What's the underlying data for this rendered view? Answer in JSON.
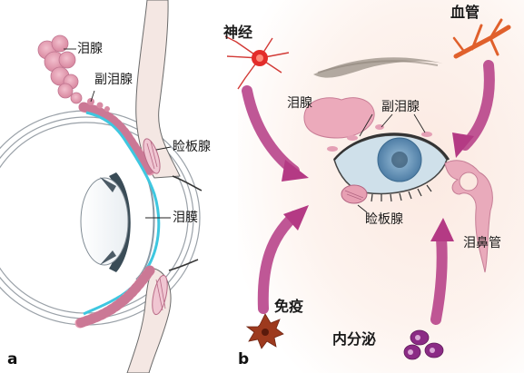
{
  "panel_a": {
    "letter": "a",
    "labels": {
      "lacrimal_gland": "泪腺",
      "accessory_gland": "副泪腺",
      "meibomian_gland": "睑板腺",
      "tear_film": "泪膜"
    }
  },
  "panel_b": {
    "letter": "b",
    "labels": {
      "nerve": "神经",
      "blood_vessel": "血管",
      "lacrimal_gland": "泪腺",
      "accessory_gland": "副泪腺",
      "meibomian_gland": "睑板腺",
      "nasolacrimal_duct": "泪鼻管",
      "immune": "免疫",
      "endocrine": "内分泌"
    }
  },
  "colors": {
    "gland_pink": "#e7a0b3",
    "tear_film_cyan": "#3ec7e0",
    "arrow_magenta": "#b43a84",
    "iris_blue": "#6f9ec3"
  }
}
